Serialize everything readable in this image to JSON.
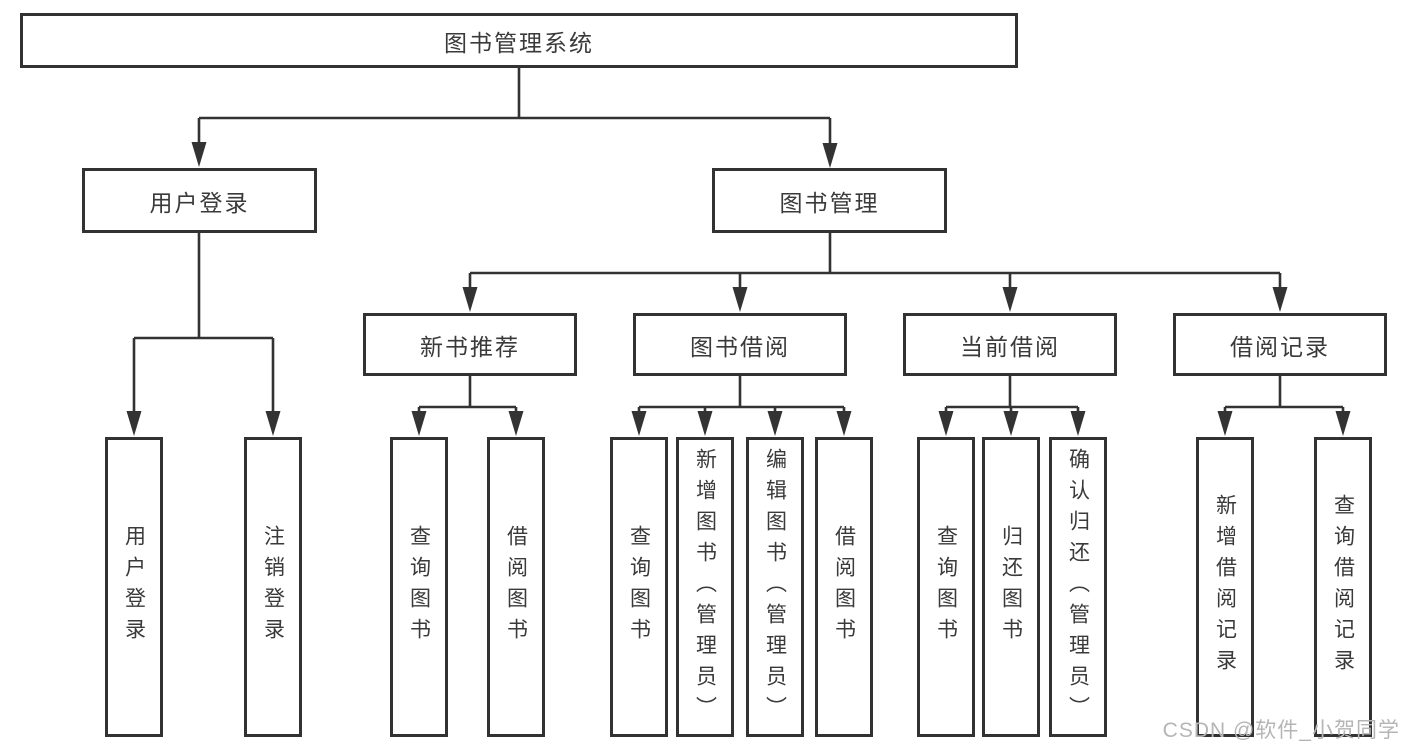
{
  "diagram_title": "图书管理系统",
  "colors": {
    "background": "#ffffff",
    "box_border": "#323232",
    "connector_line": "#333333",
    "text": "#3a3a3a",
    "watermark": "#b5b5b5"
  },
  "tree": {
    "root": {
      "label": "图书管理系统"
    },
    "children": [
      {
        "label": "用户登录",
        "children": [
          {
            "label": "用户登录"
          },
          {
            "label": "注销登录"
          }
        ]
      },
      {
        "label": "图书管理",
        "children": [
          {
            "label": "新书推荐",
            "children": [
              {
                "label": "查询图书"
              },
              {
                "label": "借阅图书"
              }
            ]
          },
          {
            "label": "图书借阅",
            "children": [
              {
                "label": "查询图书"
              },
              {
                "label": "新增图书（管理员）"
              },
              {
                "label": "编辑图书（管理员）"
              },
              {
                "label": "借阅图书"
              }
            ]
          },
          {
            "label": "当前借阅",
            "children": [
              {
                "label": "查询图书"
              },
              {
                "label": "归还图书"
              },
              {
                "label": "确认归还（管理员）"
              }
            ]
          },
          {
            "label": "借阅记录",
            "children": [
              {
                "label": "新增借阅记录"
              },
              {
                "label": "查询借阅记录"
              }
            ]
          }
        ]
      }
    ]
  },
  "watermark": {
    "text": "CSDN @软件_小贺同学"
  }
}
